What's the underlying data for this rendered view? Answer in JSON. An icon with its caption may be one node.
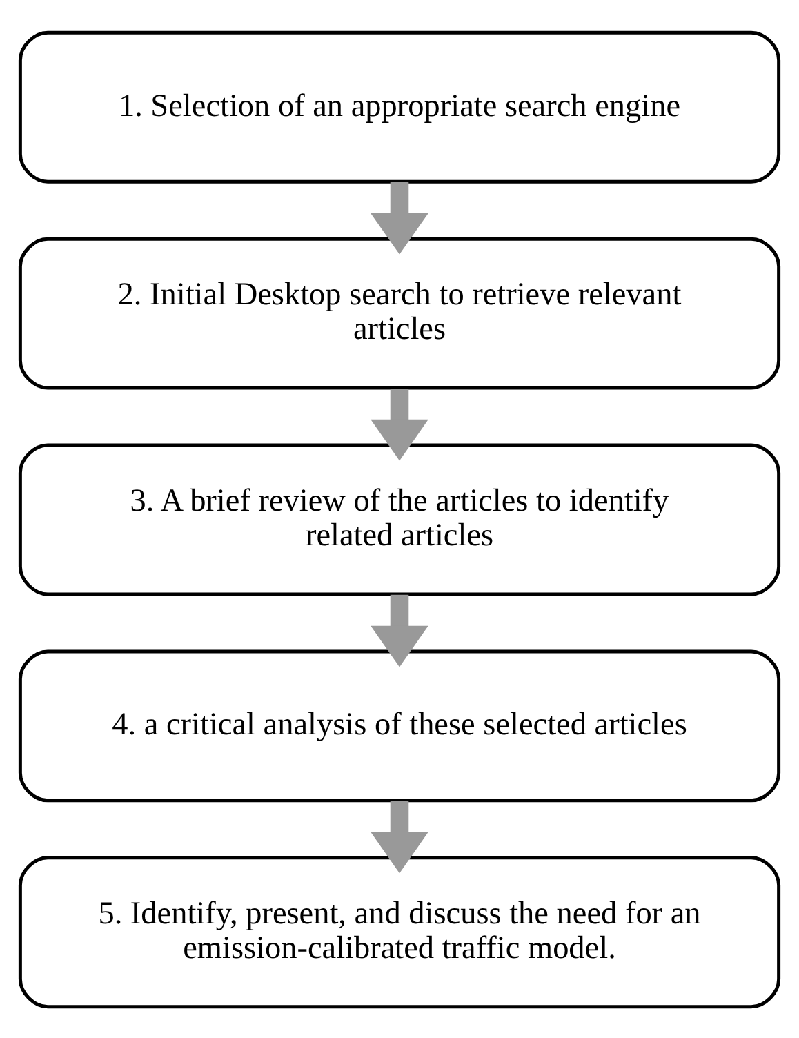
{
  "diagram": {
    "nodes": [
      {
        "text": [
          "1. Selection of an appropriate search engine"
        ]
      },
      {
        "text": [
          "2. Initial Desktop search to retrieve relevant articles"
        ]
      },
      {
        "text": [
          "3. A brief review of the articles to identify related articles"
        ]
      },
      {
        "text": [
          "4. a critical analysis of these selected articles"
        ]
      },
      {
        "text": [
          "5. Identify, present, and discuss the need for an emission-calibrated traffic model."
        ]
      }
    ],
    "edges": [
      {
        "from": 0,
        "to": 1,
        "arrow": "to"
      },
      {
        "from": 1,
        "to": 2,
        "arrow": "to"
      },
      {
        "from": 2,
        "to": 3,
        "arrow": "to"
      },
      {
        "from": 3,
        "to": 4,
        "arrow": "to"
      }
    ]
  }
}
